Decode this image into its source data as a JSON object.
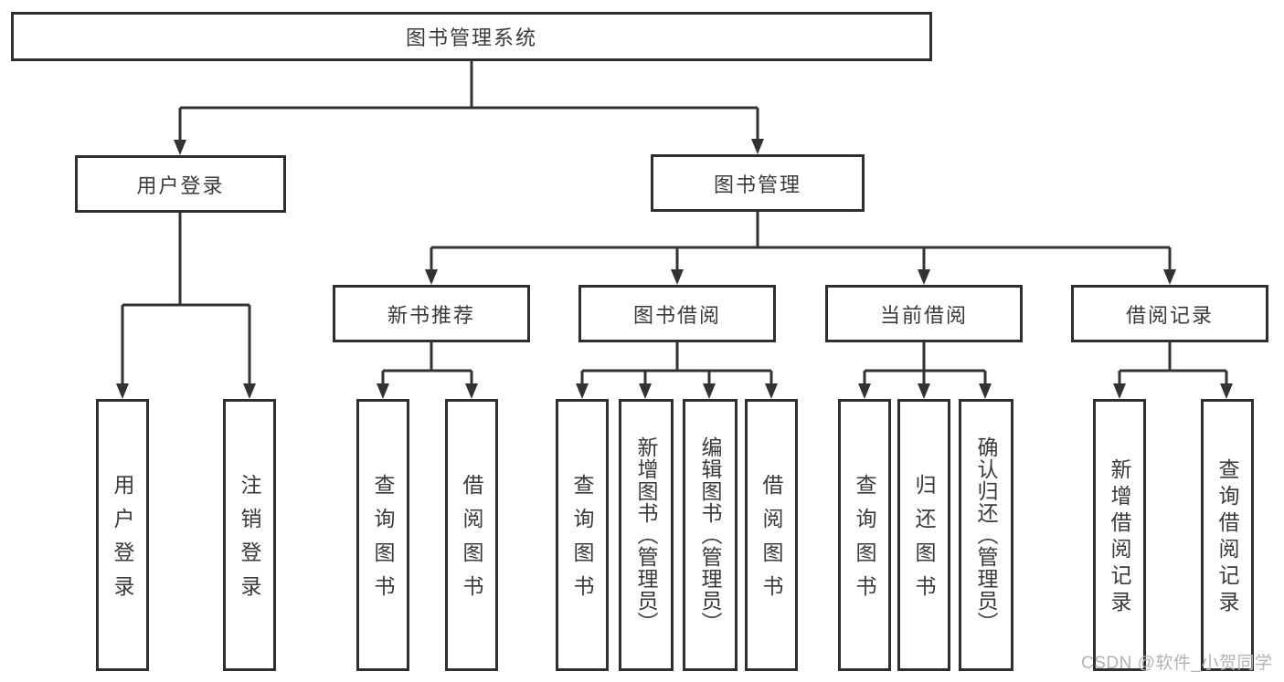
{
  "tree": {
    "root": {
      "label": "图书管理系统"
    },
    "user_login": {
      "label": "用户登录",
      "leaves": [
        {
          "label": "用户登录"
        },
        {
          "label": "注销登录"
        }
      ]
    },
    "book_management": {
      "label": "图书管理",
      "sections": [
        {
          "label": "新书推荐",
          "leaves": [
            {
              "label": "查询图书"
            },
            {
              "label": "借阅图书"
            }
          ]
        },
        {
          "label": "图书借阅",
          "leaves": [
            {
              "label": "查询图书"
            },
            {
              "label": "新增图书（管理员）"
            },
            {
              "label": "编辑图书（管理员）"
            },
            {
              "label": "借阅图书"
            }
          ]
        },
        {
          "label": "当前借阅",
          "leaves": [
            {
              "label": "查询图书"
            },
            {
              "label": "归还图书"
            },
            {
              "label": "确认归还（管理员）"
            }
          ]
        },
        {
          "label": "借阅记录",
          "leaves": [
            {
              "label": "新增借阅记录"
            },
            {
              "label": "查询借阅记录"
            }
          ]
        }
      ]
    }
  },
  "watermark": {
    "text": "CSDN @软件_小贺同学"
  },
  "colors": {
    "border": "#2f2f2f",
    "line": "#333333",
    "text": "#3a3a3a",
    "watermark": "#b3b3b3",
    "background": "#ffffff"
  }
}
